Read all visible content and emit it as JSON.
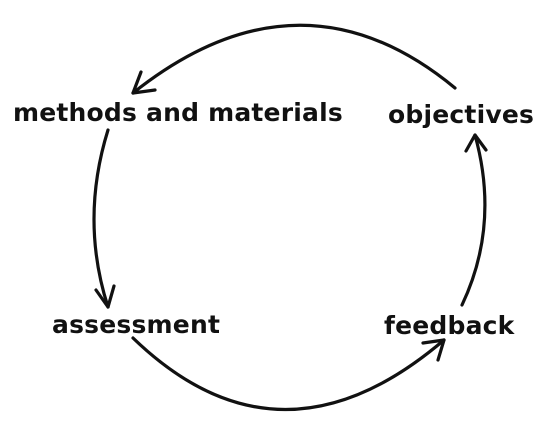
{
  "diagram": {
    "nodes": {
      "methods": "methods and materials",
      "objectives": "objectives",
      "assessment": "assessment",
      "feedback": "feedback"
    },
    "edges": [
      {
        "from": "objectives",
        "to": "methods and materials"
      },
      {
        "from": "methods and materials",
        "to": "assessment"
      },
      {
        "from": "assessment",
        "to": "feedback"
      },
      {
        "from": "feedback",
        "to": "objectives"
      }
    ]
  }
}
